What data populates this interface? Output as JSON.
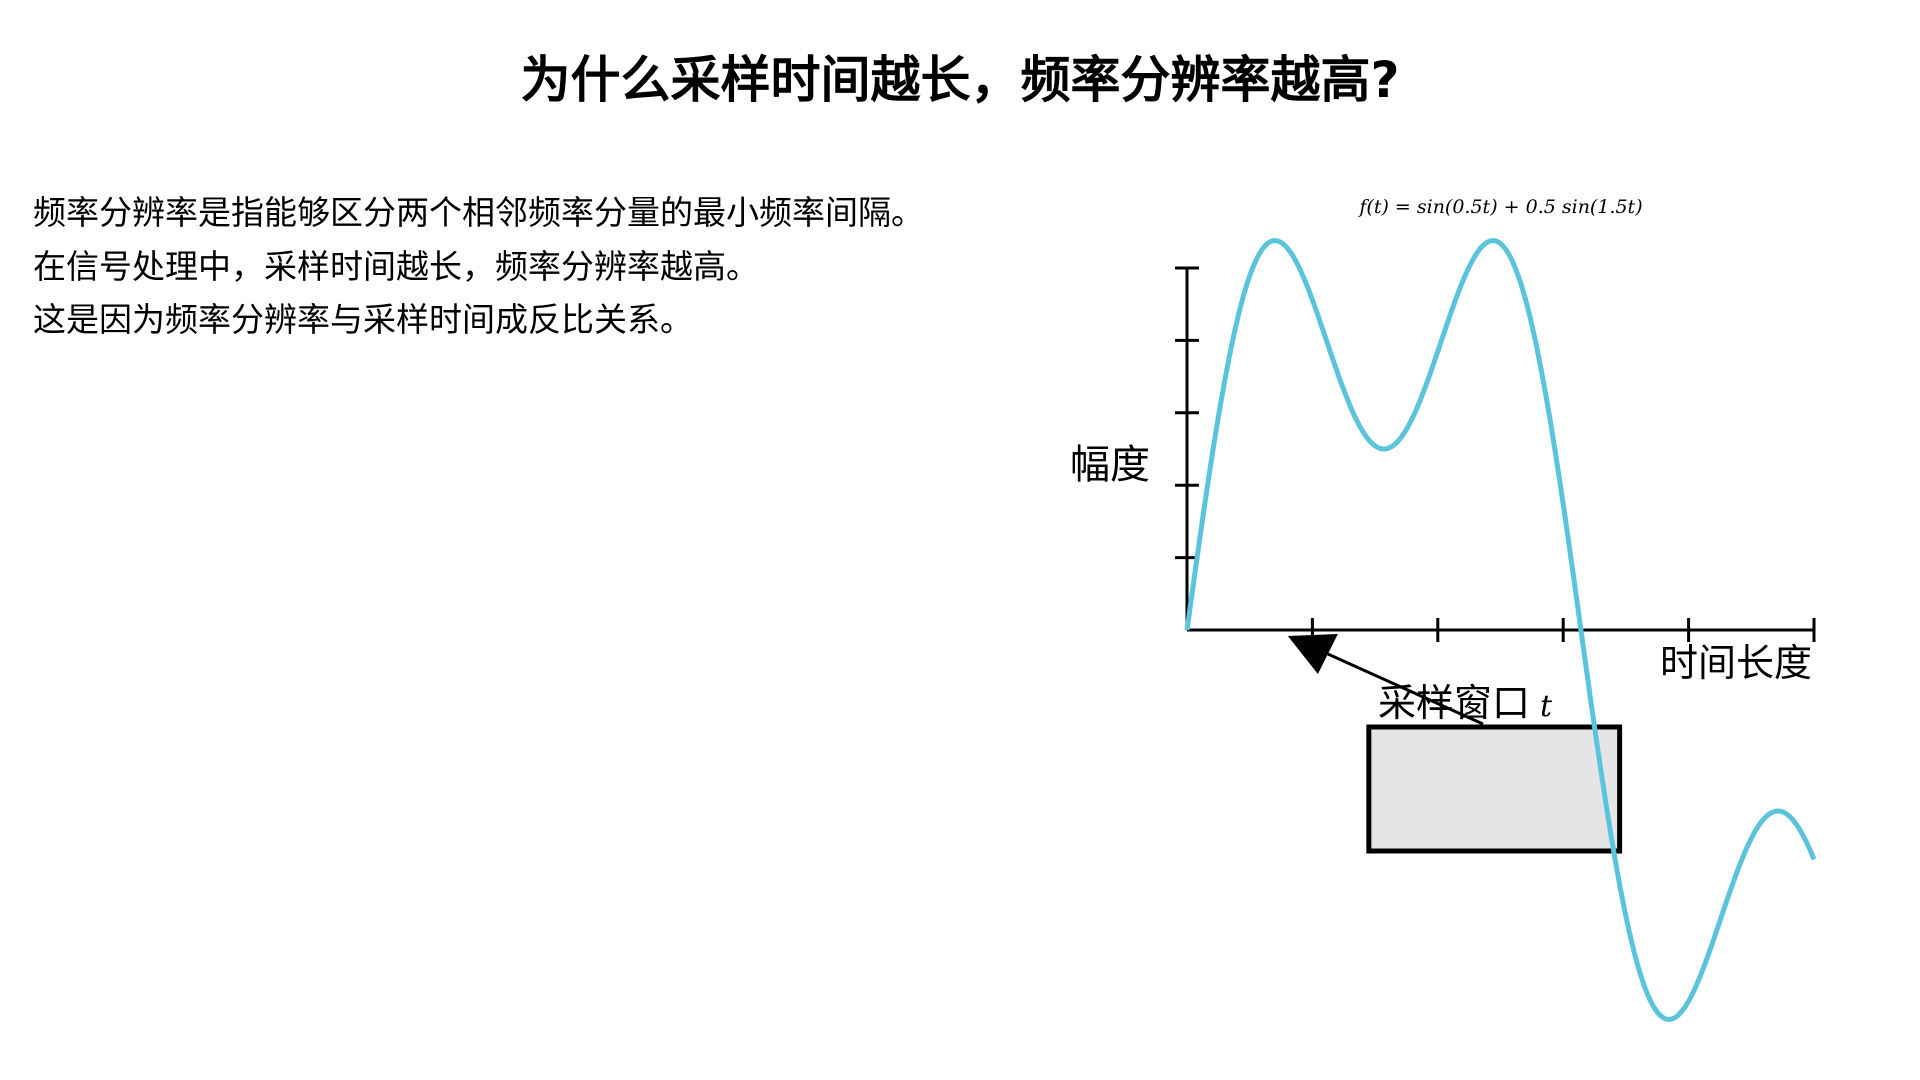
{
  "title": "为什么采样时间越长，频率分辨率越高?",
  "paragraph": [
    "频率分辨率是指能够区分两个相邻频率分量的最小频率间隔。",
    "在信号处理中，采样时间越长，频率分辨率越高。",
    "这是因为频率分辨率与采样时间成反比关系。"
  ],
  "chart_data": {
    "type": "line",
    "title": "f(t) = sin(0.5t) + 0.5 sin(1.5t)",
    "function": "sin(0.5t) + 0.5*sin(1.5t)",
    "xlabel": "时间长度",
    "ylabel": "幅度",
    "xlim": [
      0,
      10
    ],
    "x_ticks": [
      2,
      4,
      6,
      8,
      10
    ],
    "y_ticks": [
      0.2,
      0.4,
      0.6,
      0.8,
      1.0
    ],
    "line_color": "#5bc4dc",
    "annotation": {
      "label": "采样窗口",
      "symbol": "t",
      "box_fill": "#e5e5e5",
      "box_t_range": [
        2.9,
        6.9
      ],
      "arrow_target_t": 1.8
    },
    "grid": false
  }
}
